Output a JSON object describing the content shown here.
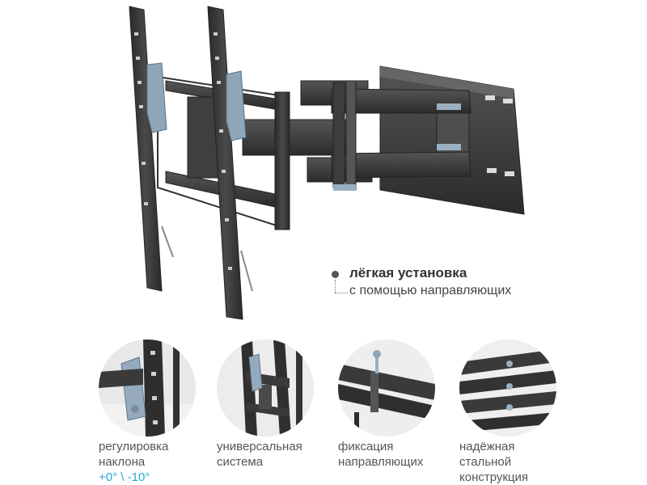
{
  "callout": {
    "title": "лёгкая установка",
    "subtitle": "с помощью направляющих"
  },
  "features": [
    {
      "line1": "регулировка",
      "line2": "наклона",
      "line3": "+0° \\ -10°"
    },
    {
      "line1": "универсальная",
      "line2": "система"
    },
    {
      "line1": "фиксация",
      "line2": "направляющих"
    },
    {
      "line1": "надёжная",
      "line2": "стальной",
      "line3": "конструкция"
    }
  ],
  "colors": {
    "accent": "#29a8d8",
    "metal": "#3a3a3a",
    "bracket": "#8fa6b8"
  }
}
